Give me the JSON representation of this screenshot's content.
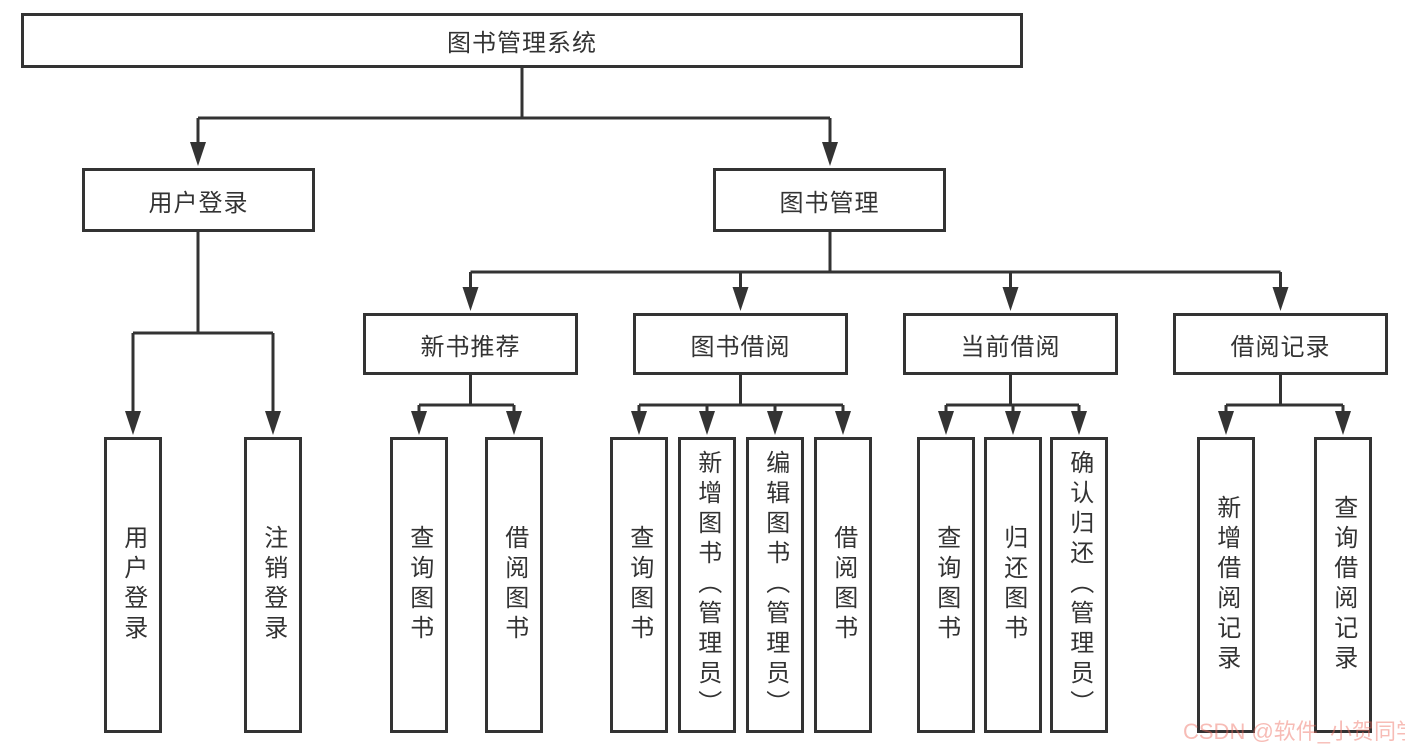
{
  "diagram": {
    "root": {
      "label": "图书管理系统"
    },
    "level2": [
      {
        "label": "用户登录"
      },
      {
        "label": "图书管理"
      }
    ],
    "level3": [
      {
        "label": "新书推荐",
        "parent": "图书管理"
      },
      {
        "label": "图书借阅",
        "parent": "图书管理"
      },
      {
        "label": "当前借阅",
        "parent": "图书管理"
      },
      {
        "label": "借阅记录",
        "parent": "图书管理"
      }
    ],
    "leaves": [
      {
        "label": "用户登录",
        "parent": "用户登录"
      },
      {
        "label": "注销登录",
        "parent": "用户登录"
      },
      {
        "label": "查询图书",
        "parent": "新书推荐"
      },
      {
        "label": "借阅图书",
        "parent": "新书推荐"
      },
      {
        "label": "查询图书",
        "parent": "图书借阅"
      },
      {
        "label": "新增图书（管理员）",
        "parent": "图书借阅"
      },
      {
        "label": "编辑图书（管理员）",
        "parent": "图书借阅"
      },
      {
        "label": "借阅图书",
        "parent": "图书借阅"
      },
      {
        "label": "查询图书",
        "parent": "当前借阅"
      },
      {
        "label": "归还图书",
        "parent": "当前借阅"
      },
      {
        "label": "确认归还（管理员）",
        "parent": "当前借阅"
      },
      {
        "label": "新增借阅记录",
        "parent": "借阅记录"
      },
      {
        "label": "查询借阅记录",
        "parent": "借阅记录"
      }
    ],
    "colors": {
      "line": "#333333",
      "box_border": "#333333",
      "box_background": "#ffffff",
      "text": "#333333"
    }
  },
  "watermark": {
    "text": "CSDN @软件_小贺同学",
    "color": "rgba(237,106,94,0.45)"
  }
}
